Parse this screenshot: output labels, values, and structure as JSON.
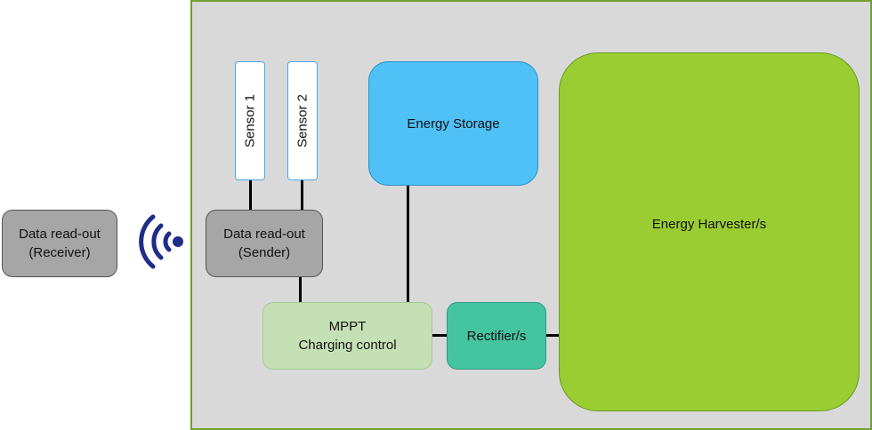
{
  "nodes": {
    "receiver": "Data read-out\n(Receiver)",
    "sender": "Data read-out\n(Sender)",
    "sensor1": "Sensor 1",
    "sensor2": "Sensor 2",
    "storage": "Energy Storage",
    "harvester": "Energy Harvester/s",
    "mppt": "MPPT\nCharging control",
    "rectifier": "Rectifier/s"
  },
  "colors": {
    "frame_bg": "#d9d9d9",
    "frame_border": "#70a030",
    "readout": "#a6a6a6",
    "storage": "#4fc1f7",
    "harvester": "#9acd32",
    "mppt": "#c5e0b4",
    "rectifier": "#45c4a0",
    "wireless": "#1f2d87"
  },
  "icons": [
    "wireless-signal-icon"
  ]
}
